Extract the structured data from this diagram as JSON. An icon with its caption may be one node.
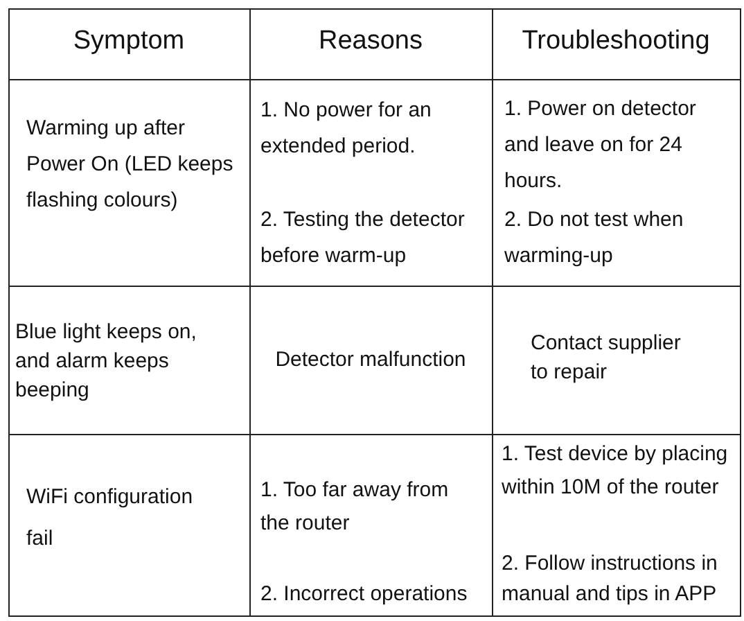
{
  "diagram": {
    "labels": [
      "Symptom",
      "Reasons",
      "Troubleshooting",
      "Warming up after Power On (LED keeps flashing colours)",
      "1. No power for an extended period.",
      "2. Testing the detector before warm-up",
      "1. Power on detector and leave on for 24 hours.",
      "2. Do not test when warming-up",
      "Blue light keeps on, and alarm keeps beeping",
      "Detector malfunction",
      "Contact supplier to repair",
      "WiFi configuration fail",
      "1. Too far away from the router",
      "2. Incorrect operations",
      "1. Test device by placing within 10M of the router",
      "2. Follow instructions in manual and tips in APP"
    ]
  }
}
